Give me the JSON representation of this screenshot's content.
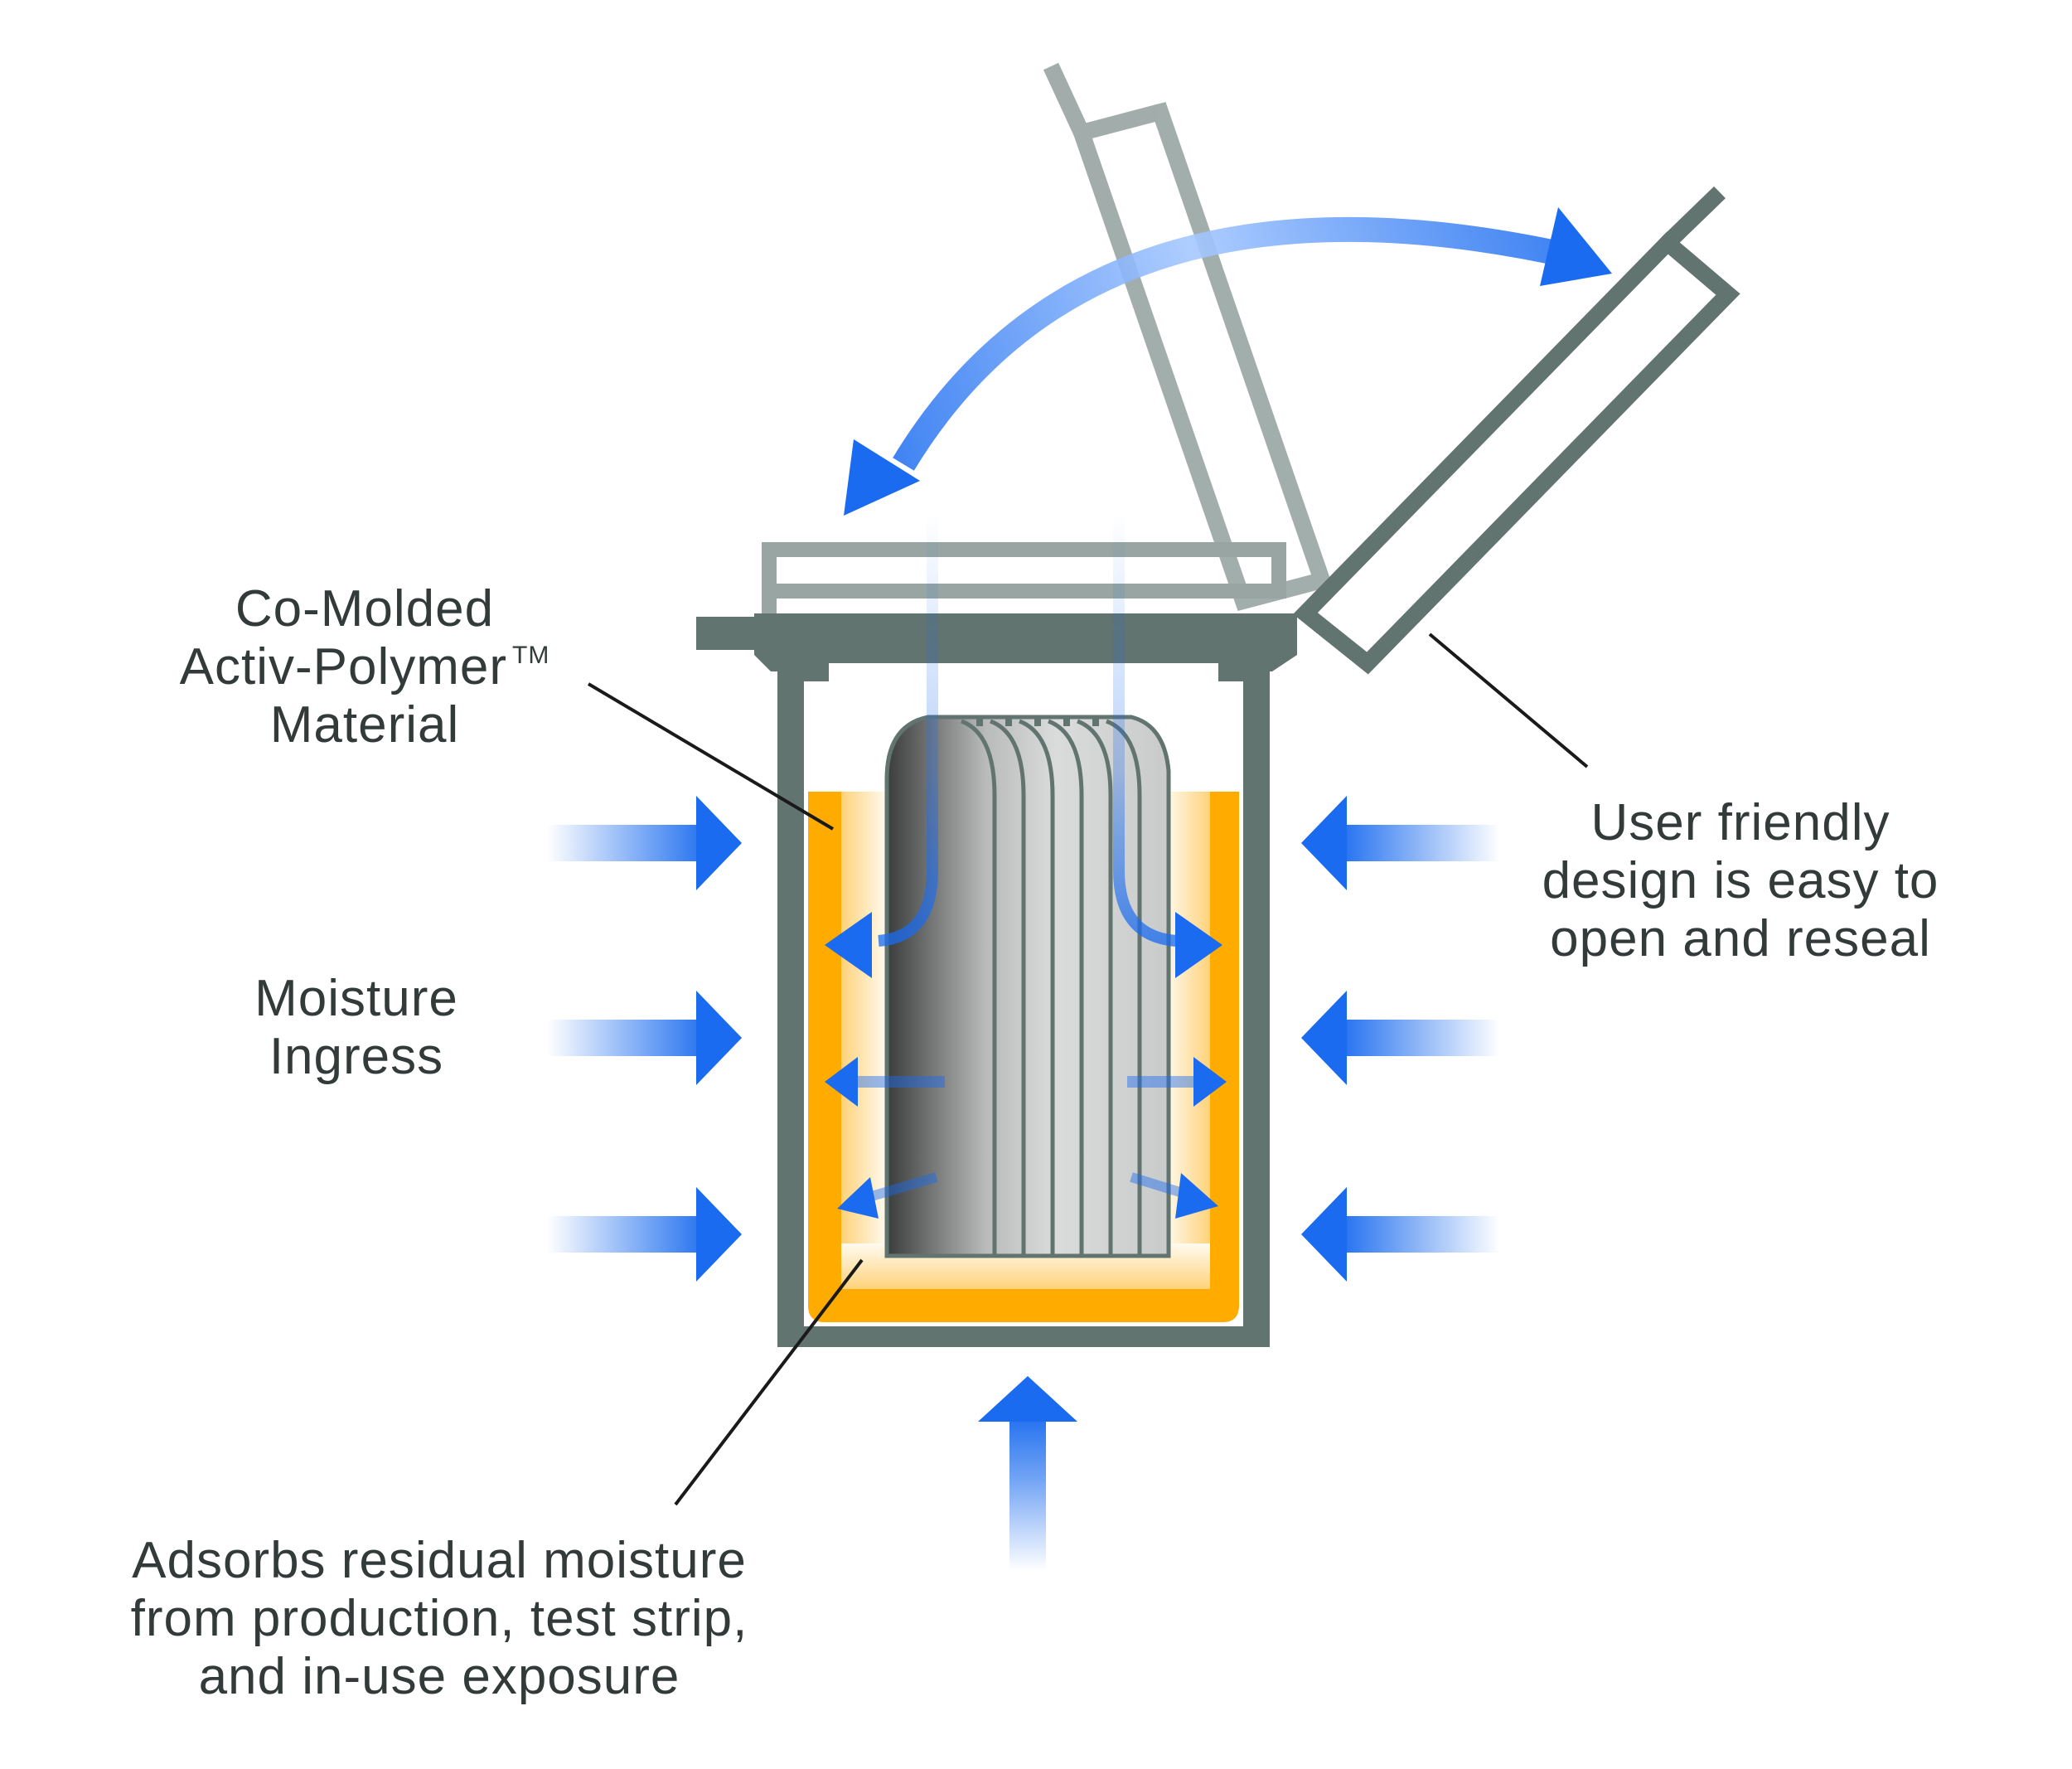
{
  "labels": {
    "co_molded": {
      "line1": "Co-Molded",
      "line2": "Activ-Polymer",
      "trademark": "TM",
      "line3": "Material"
    },
    "moisture_ingress": {
      "line1": "Moisture",
      "line2": "Ingress"
    },
    "user_friendly": {
      "line1": "User friendly",
      "line2": "design is easy to",
      "line3": "open and reseal"
    },
    "adsorbs": {
      "line1": "Adsorbs residual moisture",
      "line2": "from production, test strip,",
      "line3": "and in-use exposure"
    }
  },
  "colors": {
    "vial_wall": "#617470",
    "lid_ghost": "#98a5a2",
    "polymer": "#ffab00",
    "arrow_blue": "#1a6bef",
    "text": "#333b3a"
  },
  "icons": {
    "ingress_arrows": "arrow-right / arrow-left / arrow-up",
    "curved_arrow": "double-headed-curved-arrow"
  }
}
